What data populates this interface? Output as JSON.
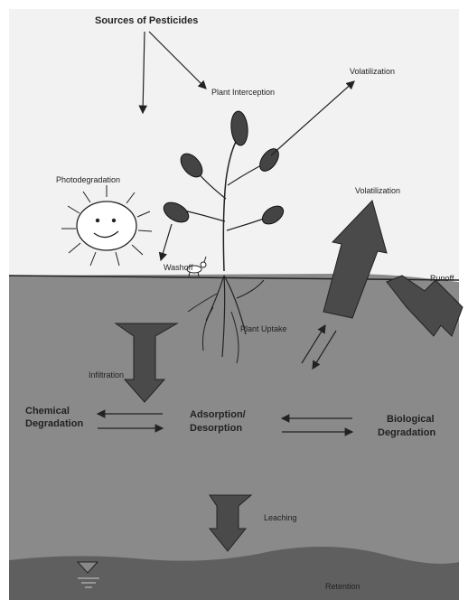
{
  "labels": {
    "sources": "Sources of Pesticides",
    "plant_interception": "Plant Interception",
    "volatilization_top": "Volatilization",
    "photodegradation": "Photodegradation",
    "volatilization_soil": "Volatilization",
    "washoff": "Washoff",
    "runoff": "Runoff",
    "plant_uptake": "Plant Uptake",
    "infiltration": "Infiltration",
    "chemical_degradation_1": "Chemical",
    "chemical_degradation_2": "Degradation",
    "adsorption_1": "Adsorption/",
    "adsorption_2": "Desorption",
    "biological_degradation_1": "Biological",
    "biological_degradation_2": "Degradation",
    "leaching": "Leaching",
    "retention": "Retention"
  },
  "colors": {
    "sky": "#f2f2f2",
    "soil": "#8a8a8a",
    "groundwater": "#5f5f5f",
    "arrow_fill": "#4a4a4a",
    "line": "#222222"
  }
}
